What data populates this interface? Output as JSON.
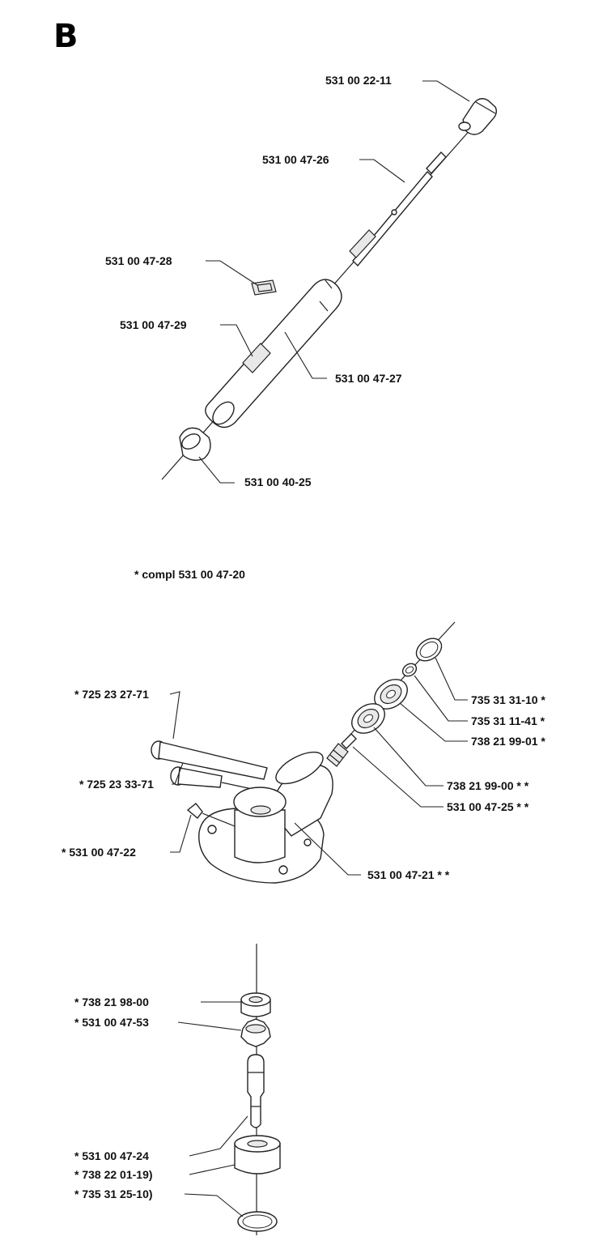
{
  "section_letter": "B",
  "note": "* compl 531 00 47-20",
  "labels": {
    "p531002211": "531 00 22-11",
    "p531004726": "531 00 47-26",
    "p531004728": "531 00 47-28",
    "p531004729": "531 00 47-29",
    "p531004727": "531 00 47-27",
    "p531004025": "531 00 40-25",
    "p735313110": "735 31 31-10  *",
    "p725232771": "*  725 23 27-71",
    "p735311141": "735 31 11-41  *",
    "p738219901": "738 21 99-01  *",
    "p738219900": "738 21 99-00  *     *",
    "p725233371": "*  725 23 33-71",
    "p531004725": "531 00 47-25  *     *",
    "p531004722": "*  531 00 47-22",
    "p531004721": "531 00 47-21  *     *",
    "p738219800": "*  738 21 98-00",
    "p531004753": "*  531 00 47-53",
    "p531004724": "*  531 00 47-24",
    "p738220119": "*  738 22 01-19)",
    "p735312510": "*  735 31 25-10)"
  }
}
